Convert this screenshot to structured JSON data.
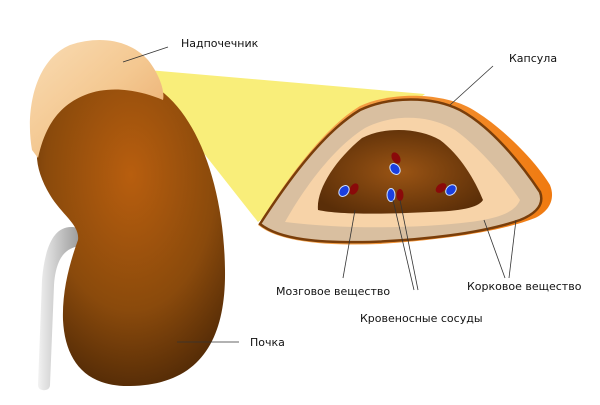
{
  "labels": {
    "adrenal_gland": "Надпочечник",
    "capsule": "Капсула",
    "medulla": "Мозговое вещество",
    "cortex": "Корковое вещество",
    "blood_vessels": "Кровеносные сосуды",
    "kidney": "Почка"
  },
  "colors": {
    "kidney": "#8a4a0c",
    "adrenal": "#f6d0a0",
    "highlight_wedge": "#f9ee7a",
    "capsule": "#f28a22",
    "cortex_outer": "#d9bfa0",
    "cortex_inner": "#f7d3a8",
    "medulla": "#6b3a10",
    "vein": "#1a3fe0",
    "artery": "#8a0a0a",
    "ureter": "#cfcfcf"
  }
}
